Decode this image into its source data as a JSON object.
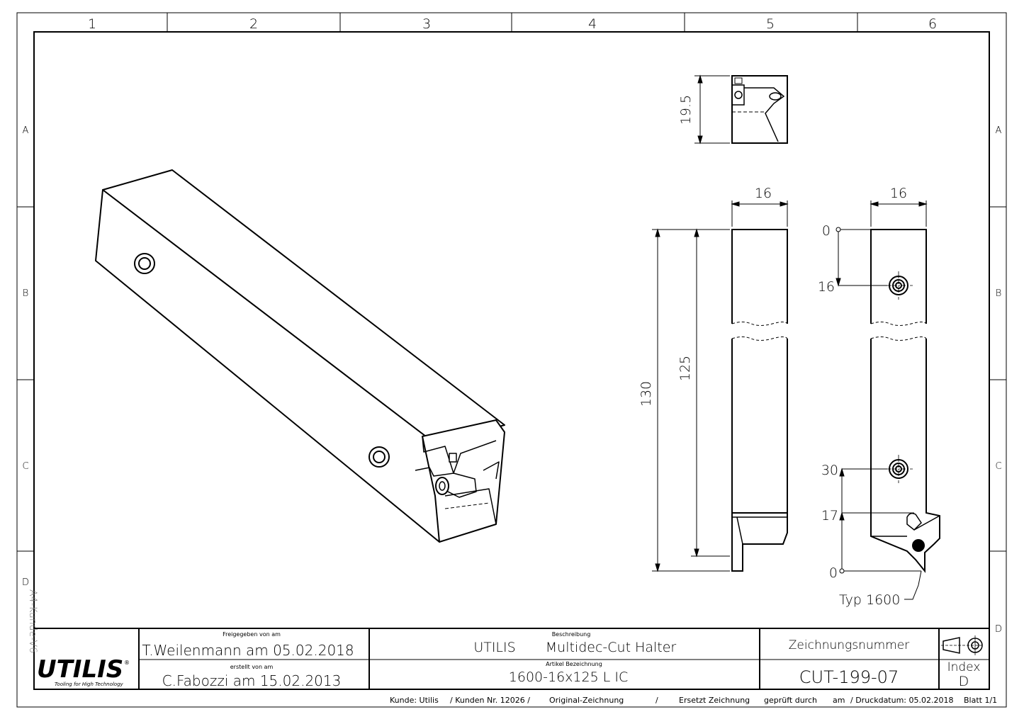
{
  "grid": {
    "columns": [
      "1",
      "2",
      "3",
      "4",
      "5",
      "6"
    ],
    "rows": [
      "A",
      "B",
      "C",
      "D"
    ]
  },
  "sheet_side_label": "A4-Kunde-V6",
  "dimensions": {
    "top_view_height": "19.5",
    "width_1": "16",
    "width_2": "16",
    "overall_length": "130",
    "shank_length": "125",
    "pos_0_top": "0",
    "pos_16": "16",
    "pos_30": "30",
    "pos_17": "17",
    "pos_0_bottom": "0",
    "insert_type": "Typ 1600"
  },
  "title_block": {
    "logo_text": "UTILIS",
    "logo_registered": "®",
    "logo_tagline": "Tooling for High Technology",
    "released_caption": "Freigegeben von am",
    "released_value": "T.Weilenmann am 05.02.2018",
    "created_caption": "erstellt von am",
    "created_value": "C.Fabozzi am 15.02.2013",
    "description_caption": "Beschreibung",
    "description_brand": "UTILIS",
    "description_value": "Multidec-Cut Halter",
    "article_caption": "Artikel Bezeichnung",
    "article_value": "1600-16x125 L IC",
    "drawing_number_caption": "Zeichnungsnummer",
    "drawing_number": "CUT-199-07",
    "index_caption": "Index",
    "index_value": "D"
  },
  "footer": {
    "customer": "Kunde: Utilis",
    "customer_no": "/ Kunden Nr. 12026 /",
    "original": "Original-Zeichnung",
    "sep": "/",
    "replaces": "Ersetzt Zeichnung",
    "checked": "geprüft durch",
    "am": "am",
    "print_date": "/ Druckdatum: 05.02.2018",
    "sheet": "Blatt 1/1"
  }
}
